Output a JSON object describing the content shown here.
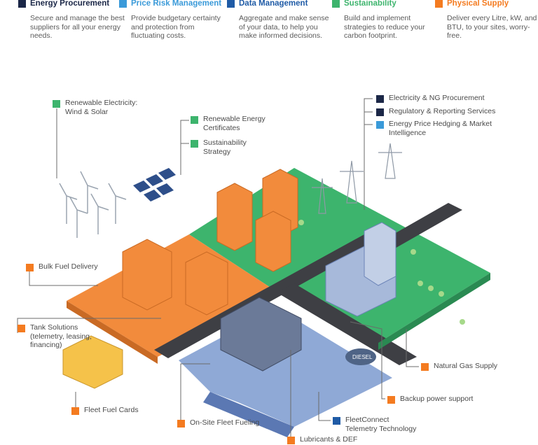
{
  "colors": {
    "energy_procurement": "#1b2747",
    "price_risk": "#3a9ad9",
    "data_management": "#1f5ba6",
    "sustainability": "#3db46d",
    "physical_supply": "#f47b20"
  },
  "categories": [
    {
      "title": "Energy Procurement",
      "desc": "Secure and manage the best suppliers for all your energy needs.",
      "color": "#1b2747"
    },
    {
      "title": "Price Risk Management",
      "desc": "Provide budgetary certainty and protection from fluctuating costs.",
      "color": "#3a9ad9"
    },
    {
      "title": "Data Management",
      "desc": "Aggregate and make sense of your data, to help you make informed decisions.",
      "color": "#1f5ba6"
    },
    {
      "title": "Sustainability",
      "desc": "Build and implement strategies to reduce your carbon footprint.",
      "color": "#3db46d"
    },
    {
      "title": "Physical Supply",
      "desc": "Deliver every Litre, kW, and BTU, to your sites, worry-free.",
      "color": "#f47b20"
    }
  ],
  "labels": {
    "renewable_electricity": "Renewable Electricity:\nWind & Solar",
    "recs": "Renewable Energy\nCertificates",
    "sustainability_strategy": "Sustainability\nStrategy",
    "electricity_ng": "Electricity & NG Procurement",
    "regulatory": "Regulatory & Reporting Services",
    "hedging": "Energy Price Hedging & Market\nIntelligence",
    "bulk_fuel": "Bulk Fuel Delivery",
    "tank_solutions": "Tank Solutions\n(telemetry, leasing,\nfinancing)",
    "fleet_cards": "Fleet Fuel Cards",
    "onsite_fueling": "On-Site Fleet Fueling",
    "lubricants": "Lubricants & DEF",
    "fleetconnect": "FleetConnect\nTelemetry Technology",
    "backup_power": "Backup power support",
    "natural_gas": "Natural Gas Supply",
    "diesel_tank_text": "DIESEL"
  }
}
